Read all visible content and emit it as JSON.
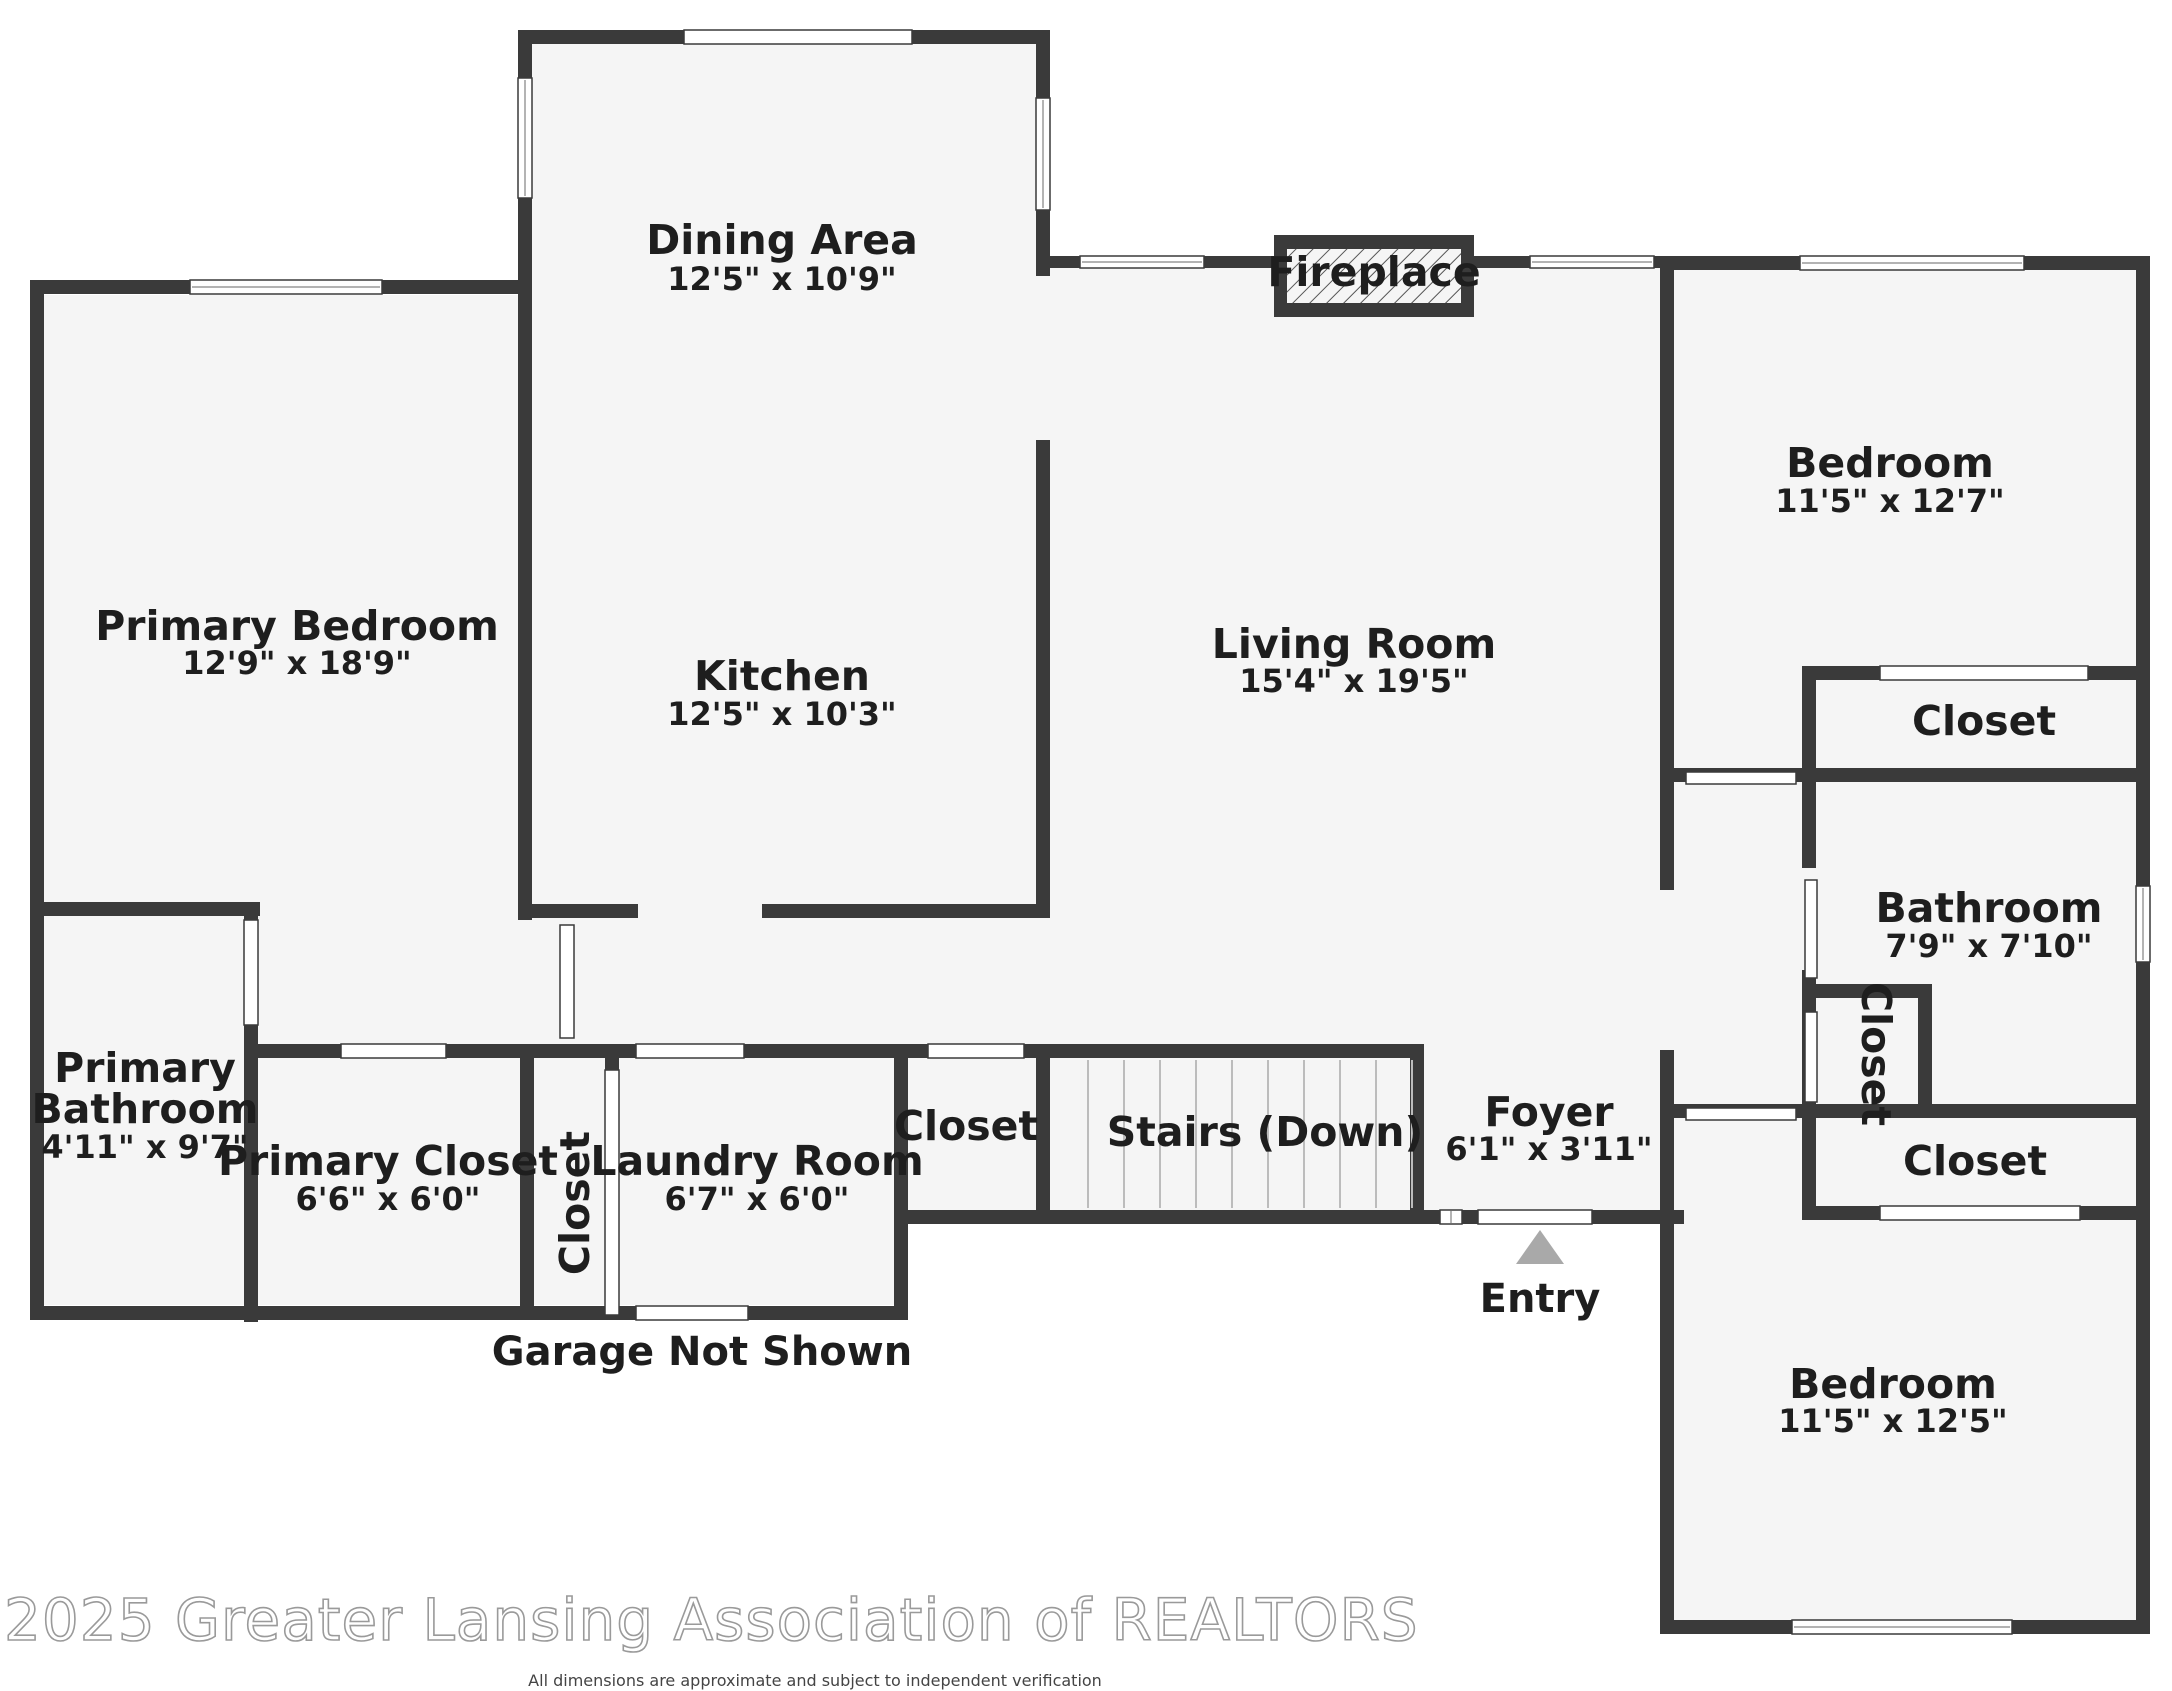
{
  "rooms": {
    "dining": {
      "name": "Dining Area",
      "dims": "12'5\" x 10'9\""
    },
    "kitchen": {
      "name": "Kitchen",
      "dims": "12'5\" x 10'3\""
    },
    "living": {
      "name": "Living Room",
      "dims": "15'4\" x 19'5\""
    },
    "primary_bedroom": {
      "name": "Primary Bedroom",
      "dims": "12'9\" x 18'9\""
    },
    "primary_bathroom": {
      "name_line1": "Primary",
      "name_line2": "Bathroom",
      "dims": "4'11\" x 9'7\""
    },
    "primary_closet": {
      "name": "Primary Closet",
      "dims": "6'6\" x 6'0\""
    },
    "closet_vertical": {
      "name": "Closet"
    },
    "laundry": {
      "name": "Laundry Room",
      "dims": "6'7\" x 6'0\""
    },
    "closet_hall": {
      "name": "Closet"
    },
    "stairs": {
      "name": "Stairs (Down)"
    },
    "foyer": {
      "name": "Foyer",
      "dims": "6'1\" x 3'11\""
    },
    "bedroom_upper": {
      "name": "Bedroom",
      "dims": "11'5\" x 12'7\""
    },
    "closet_upper": {
      "name": "Closet"
    },
    "bathroom": {
      "name": "Bathroom",
      "dims": "7'9\" x 7'10\""
    },
    "closet_bath": {
      "name": "Closet"
    },
    "closet_lower": {
      "name": "Closet"
    },
    "bedroom_lower": {
      "name": "Bedroom",
      "dims": "11'5\" x 12'5\""
    }
  },
  "fireplace": {
    "label": "Fireplace"
  },
  "labels": {
    "entry": "Entry",
    "garage_note": "Garage Not Shown"
  },
  "footer": {
    "copyright": "2025 Greater Lansing Association of REALTORS",
    "disclaimer": "All dimensions are approximate and subject to independent verification"
  },
  "colors": {
    "wall": "#3a3a3a",
    "floor": "#f5f5f5",
    "entry_marker": "#a9a9a9"
  }
}
